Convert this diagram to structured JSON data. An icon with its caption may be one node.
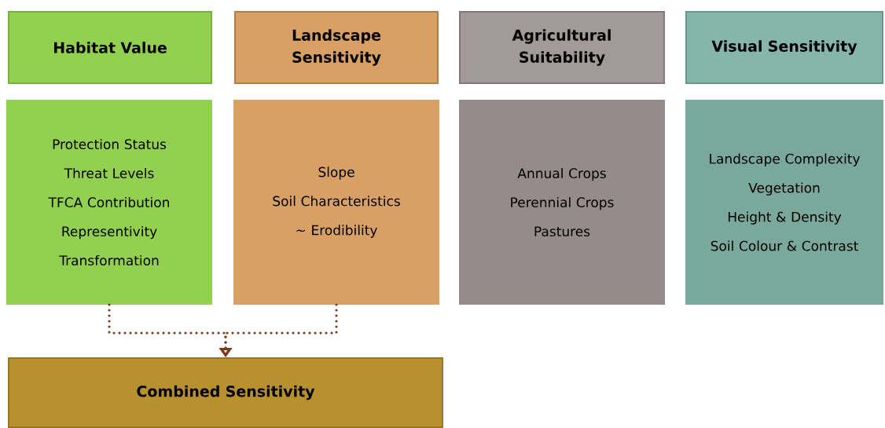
{
  "diagram": {
    "nodes": [
      {
        "text": [
          "Habitat Value"
        ]
      },
      {
        "text": [
          "Landscape Sensitivity"
        ]
      },
      {
        "text": [
          "Agricultural Suitability"
        ]
      },
      {
        "text": [
          "Visual Sensitivity"
        ]
      },
      {
        "text": [
          "Protection Status",
          "Threat Levels",
          "TFCA Contribution",
          "Representivity",
          "Transformation"
        ]
      },
      {
        "text": [
          "Slope",
          "Soil Characteristics ~ Erodibility"
        ]
      },
      {
        "text": [
          "Annual Crops",
          "Perennial Crops",
          "Pastures"
        ]
      },
      {
        "text": [
          "Landscape Complexity",
          "Vegetation Height & Density",
          "Soil Colour & Contrast"
        ]
      },
      {
        "text": [
          "Combined Sensitivity"
        ]
      }
    ],
    "edges": [
      {
        "from": 4,
        "to": 8,
        "arrow": "to",
        "style": "dashed"
      },
      {
        "from": 5,
        "to": 8,
        "arrow": "to",
        "style": "dashed"
      }
    ]
  }
}
